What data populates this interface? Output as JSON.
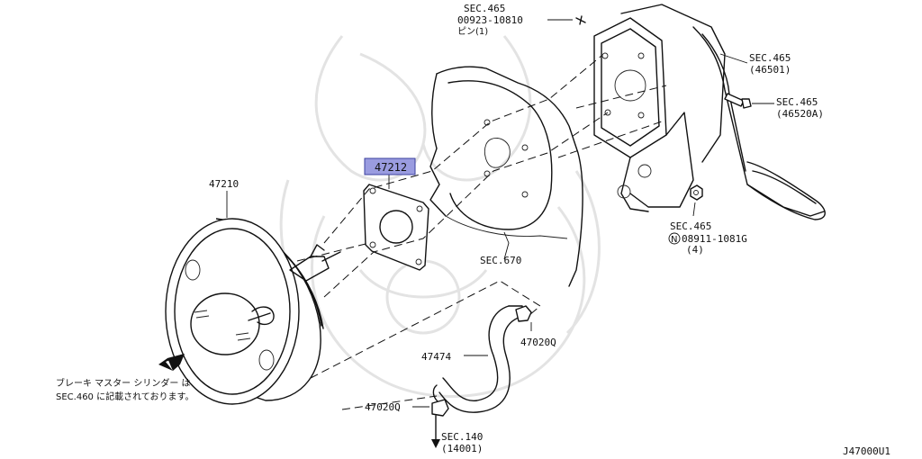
{
  "diagram": {
    "code": "J47000U1",
    "highlight_color": "#9a9ce0",
    "labels": {
      "booster": "47210",
      "gasket": "47212",
      "hose": "47474",
      "clamp_upper": "47020Q",
      "clamp_lower": "47020Q",
      "sec670": "SEC.670",
      "sec465_top_ref": "SEC.465",
      "sec465_top_part": "00923-10810",
      "sec465_top_sub": "ピン(1)",
      "sec465_right_ref": "SEC.465",
      "sec465_right_part": "(46501)",
      "sec465_bolt_ref": "SEC.465",
      "sec465_bolt_part": "(46520A)",
      "sec465_nut_ref": "SEC.465",
      "sec465_nut_part": "08911-1081G",
      "sec465_nut_circle": "N",
      "sec465_nut_qty": "(4)",
      "sec140_ref": "SEC.140",
      "sec140_part": "(14001)"
    },
    "note": {
      "line1": "ブレーキ マスター シリンダー は、",
      "line2": "SEC.460 に記載されております。"
    }
  }
}
